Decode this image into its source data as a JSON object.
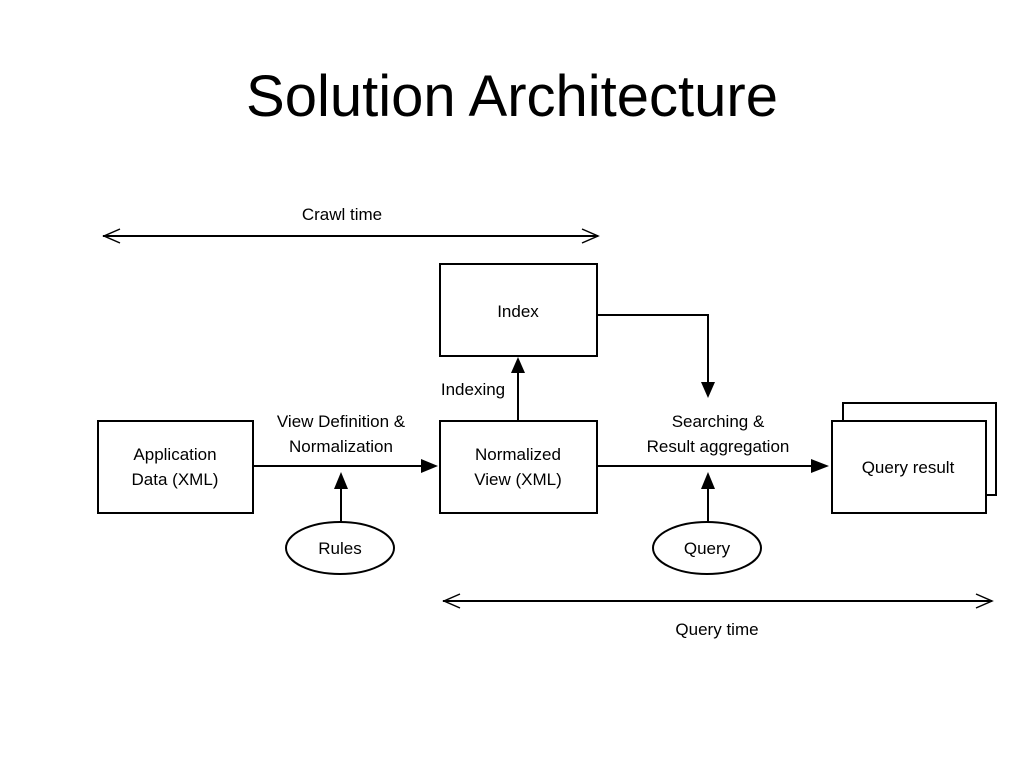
{
  "title": "Solution Architecture",
  "diagram": {
    "crawl_time": "Crawl time",
    "query_time": "Query time",
    "index": "Index",
    "indexing": "Indexing",
    "application_data": [
      "Application",
      "Data (XML)"
    ],
    "view_definition": [
      "View Definition &",
      "Normalization"
    ],
    "normalized_view": [
      "Normalized",
      "View (XML)"
    ],
    "searching": [
      "Searching &",
      "Result aggregation"
    ],
    "query_result": "Query result",
    "rules": "Rules",
    "query": "Query"
  }
}
